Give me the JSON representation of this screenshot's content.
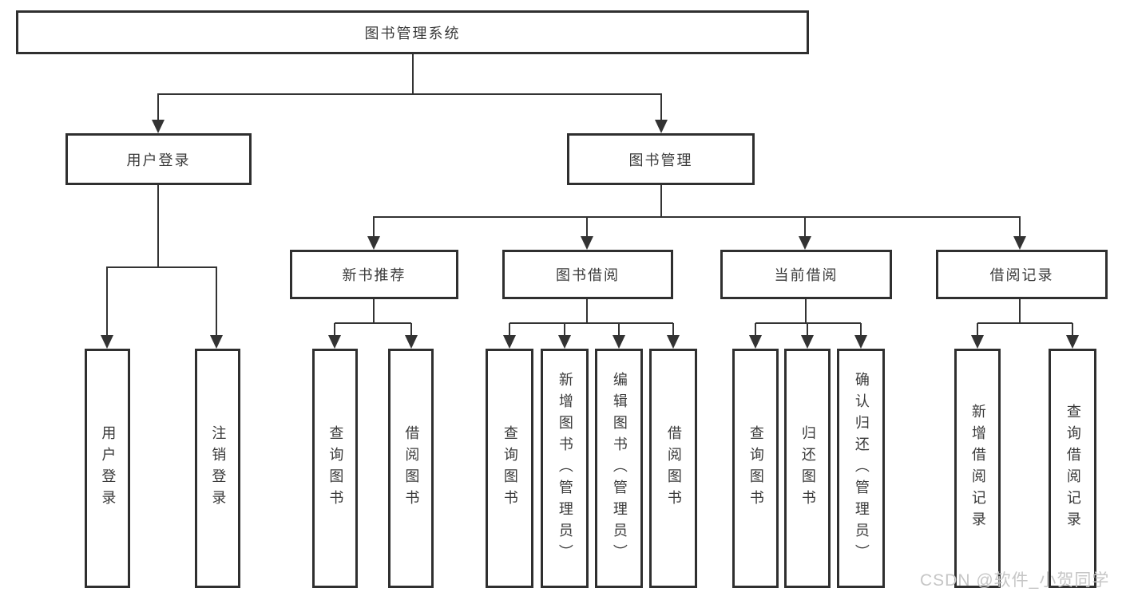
{
  "diagram": {
    "title": "图书管理系统",
    "branches": [
      {
        "label": "用户登录",
        "children": [
          {
            "label": "用户登录"
          },
          {
            "label": "注销登录"
          }
        ]
      },
      {
        "label": "图书管理",
        "children": [
          {
            "label": "新书推荐",
            "children": [
              {
                "label": "查询图书"
              },
              {
                "label": "借阅图书"
              }
            ]
          },
          {
            "label": "图书借阅",
            "children": [
              {
                "label": "查询图书"
              },
              {
                "label": "新增图书（管理员）"
              },
              {
                "label": "编辑图书（管理员）"
              },
              {
                "label": "借阅图书"
              }
            ]
          },
          {
            "label": "当前借阅",
            "children": [
              {
                "label": "查询图书"
              },
              {
                "label": "归还图书"
              },
              {
                "label": "确认归还（管理员）"
              }
            ]
          },
          {
            "label": "借阅记录",
            "children": [
              {
                "label": "新增借阅记录"
              },
              {
                "label": "查询借阅记录"
              }
            ]
          }
        ]
      }
    ]
  },
  "watermark": {
    "text": "CSDN @软件_小贺同学"
  },
  "colors": {
    "background": "#ffffff",
    "box_border": "#2f2f2f",
    "line": "#333333",
    "text": "#3a3a3a",
    "watermark": "#c6c6c6"
  }
}
